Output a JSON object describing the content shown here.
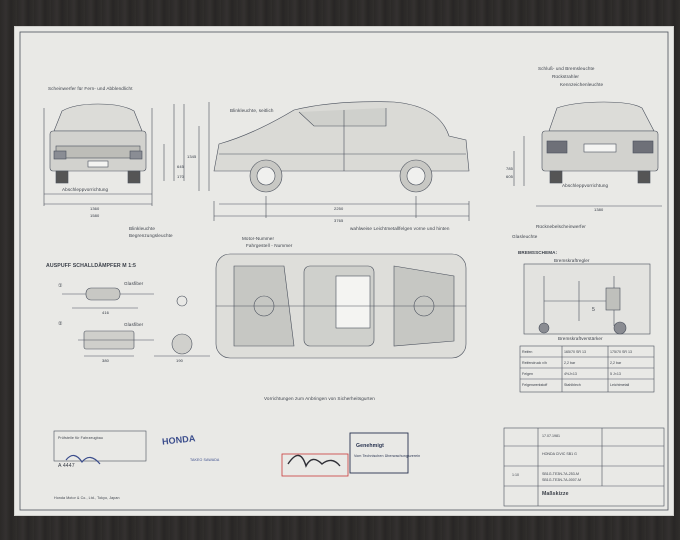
{
  "views": {
    "front": {
      "headlight_label": "Scheinwerfer für Fern- und Abblendlicht",
      "plate_label": "Abschleppvorrichtung",
      "bumper_label": "Blinkleuchte",
      "bumper_label2": "Begrenzungsleuchte",
      "dim_track": "1360",
      "dim_width": "1580"
    },
    "side": {
      "turn_label": "Blinkleuchte, seitlich",
      "wheelbase": "2250",
      "length": "3765",
      "tow_label": "wahlweise Leichtmetallfelgen vorne und hinten",
      "height_1": "1345",
      "height_2": "645",
      "height_3": "170"
    },
    "rear": {
      "tail_label": "Schluß- und Bremsleuchte",
      "reflector_label": "Rückstrahler",
      "plate_light_label": "Kennzeichenleuchte",
      "tow_label": "Abschleppvorrichtung",
      "fog_label": "Rücknebelscheinwerfer",
      "extra_label": "Glasleuchte",
      "track": "1380",
      "dim_a": "785",
      "dim_b": "605"
    },
    "top": {
      "engine_label": "Motor-Nummer",
      "chassis_label": "Fahrgestell - Nummer",
      "belt_label": "Vorrichtungen zum Anbringen von Sicherheitsgurten"
    },
    "exhaust": {
      "title": "AUSPUFF SCHALLDÄMPFER M 1:5",
      "label_1": "Glasfiber",
      "label_2": "Glasfiber",
      "dim_1": "416",
      "dim_2": "380",
      "dim_3": "190",
      "mark_1": "①",
      "mark_2": "②"
    },
    "brake": {
      "title": "BREMSSCHEMA:",
      "label_1": "Bremskraftregler",
      "label_2": "Bremskraftverstärker",
      "mark": "5"
    }
  },
  "tire_table": {
    "rows": [
      {
        "label": "Reifen",
        "a": "165/70 SR 13",
        "b": "175/70 SR 13"
      },
      {
        "label": "Reifendruck v/h",
        "a": "2,2 bar",
        "b": "2,2 bar"
      },
      {
        "label": "Felgen",
        "a": "4½J×13",
        "b": "5 J×13"
      },
      {
        "label": "Felgenwerkstoff",
        "a": "Stahlblech",
        "b": "Leichtmetall"
      }
    ]
  },
  "stamps": {
    "honda": "HONDA",
    "honda_sub": "TAKEO SAWADA",
    "number": "A 4447",
    "approved": "Genehmigt",
    "approved_sub": "Vom Technischen Überwachungsverein",
    "left_note": "Prüfstelle für Fahrzeugbau",
    "footer_note": "Honda Motor & Co., Ltd., Tokyo, Japan"
  },
  "title_block": {
    "model": "HONDA CIVIC SB1 G",
    "date": "17.07.1981",
    "scale": "1:10",
    "title": "Maßskizze",
    "drawing_no": "SB1G-TE3N-7A-253-M",
    "drawing_no2": "SB1G-TE3N-7A-0007-M"
  },
  "colors": {
    "paper": "#e9e9e6",
    "ink": "#3a3f48",
    "stamp_blue": "#3b4d8c"
  }
}
